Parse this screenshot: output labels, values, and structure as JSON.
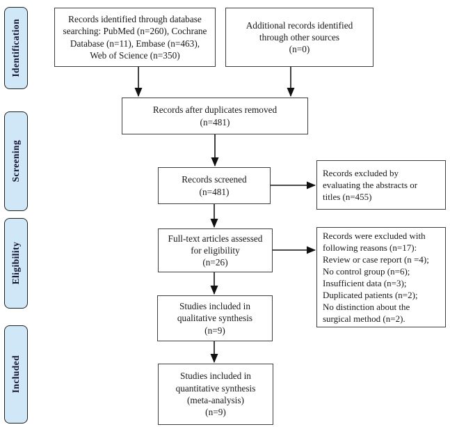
{
  "diagram": {
    "type": "prisma-flowchart",
    "stage_fill_color": "#cfe7f6",
    "box_border_color": "#3d3d3d",
    "arrow_color": "#111111",
    "stages": [
      {
        "label": "Identification"
      },
      {
        "label": "Screening"
      },
      {
        "label": "Eligibility"
      },
      {
        "label": "Included"
      }
    ],
    "boxes": {
      "database_search": "Records identified through database\nsearching: PubMed (n=260), Cochrane\nDatabase (n=11), Embase (n=463),\nWeb of Science (n=350)",
      "other_sources": "Additional records identified\nthrough other sources\n(n=0)",
      "duplicates_removed": "Records after duplicates removed\n(n=481)",
      "records_screened": "Records screened\n(n=481)",
      "excluded_screening": "Records excluded by\nevaluating the abstracts or\ntitles (n=455)",
      "fulltext_assessed": "Full-text articles assessed\nfor eligibility\n(n=26)",
      "excluded_fulltext": "Records were excluded with\nfollowing reasons (n=17):\nReview or case report (n =4);\nNo control group (n=6);\nInsufficient data (n=3);\nDuplicated patients (n=2);\nNo distinction about the\nsurgical method (n=2).",
      "qualitative_synthesis": "Studies included in\nqualitative synthesis\n(n=9)",
      "quantitative_synthesis": "Studies included in\nquantitative synthesis\n(meta-analysis)\n(n=9)"
    }
  }
}
